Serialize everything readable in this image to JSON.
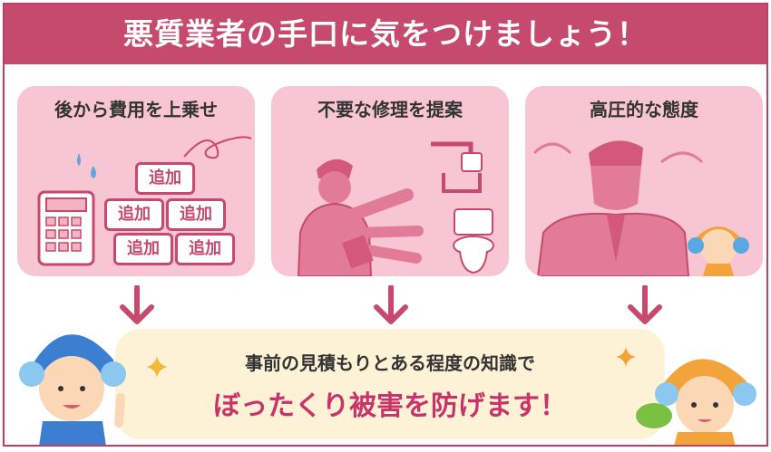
{
  "banner": {
    "title": "悪質業者の手口に気をつけましょう！"
  },
  "panels": [
    {
      "title": "後から費用を上乗せ",
      "tags": [
        "追加",
        "追加",
        "追加",
        "追加",
        "追加"
      ]
    },
    {
      "title": "不要な修理を提案"
    },
    {
      "title": "高圧的な態度"
    }
  ],
  "summary": {
    "line1": "事前の見積もりとある程度の知識で",
    "line2": "ぼったくり被害を防げます！"
  },
  "colors": {
    "accent": "#c64a6d",
    "panel": "#f8c6d2",
    "summary_bg": "#fdf1d6",
    "highlight_text": "#c8336a"
  },
  "icons": [
    "calculator-icon",
    "water-drops-icon",
    "plumber-pointing-icon",
    "faucet-icon",
    "toilet-icon",
    "worker-icon",
    "worried-mascot-icon",
    "mascot-boy-icon",
    "mascot-girl-icon",
    "sparkle-icon",
    "arrow-down-icon"
  ]
}
